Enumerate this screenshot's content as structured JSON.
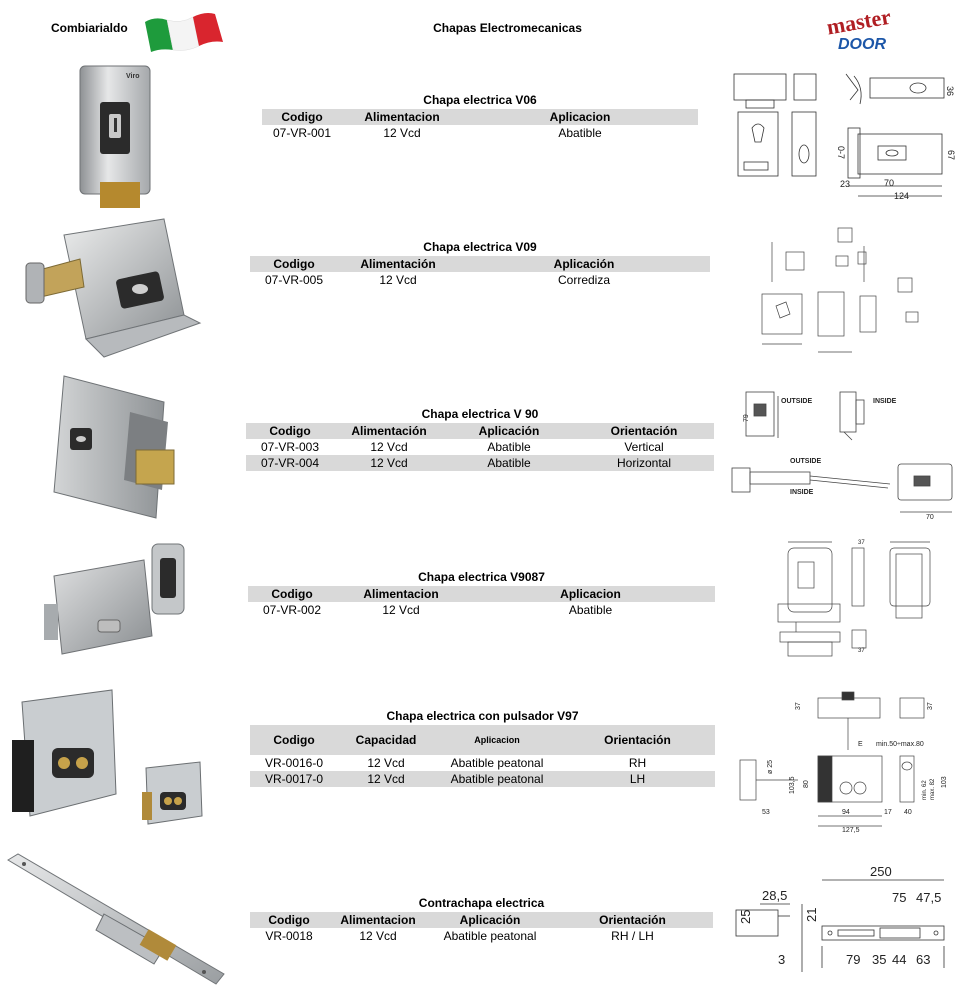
{
  "header": {
    "left_text": "Combiarialdo",
    "center_text": "Chapas Electromecanicas",
    "logo_top": "master",
    "logo_bottom": "DOOR",
    "flag_colors": [
      "#1e9b3c",
      "#ffffff",
      "#d9252e"
    ],
    "logo_colors": [
      "#b01e23",
      "#1c56a8"
    ]
  },
  "sections": [
    {
      "title": "Chapa electrica V06",
      "headers": [
        "Codigo",
        "Alimentacion",
        "Aplicacion"
      ],
      "rows": [
        [
          "07-VR-001",
          "12 Vcd",
          "Abatible"
        ]
      ],
      "drawing_labels": [
        "36",
        "67",
        "0-7",
        "23",
        "70",
        "124"
      ]
    },
    {
      "title": "Chapa electrica V09",
      "headers": [
        "Codigo",
        "Alimentación",
        "Aplicación"
      ],
      "rows": [
        [
          "07-VR-005",
          "12 Vcd",
          "Corrediza"
        ]
      ]
    },
    {
      "title": "Chapa electrica V 90",
      "headers": [
        "Codigo",
        "Alimentación",
        "Aplicación",
        "Orientación"
      ],
      "rows": [
        [
          "07-VR-003",
          "12 Vcd",
          "Abatible",
          "Vertical"
        ],
        [
          "07-VR-004",
          "12 Vcd",
          "Abatible",
          "Horizontal"
        ]
      ],
      "drawing_labels": [
        "OUTSIDE",
        "INSIDE",
        "79",
        "OUTSIDE",
        "INSIDE",
        "70"
      ]
    },
    {
      "title": "Chapa electrica V9087",
      "headers": [
        "Codigo",
        "Alimentacion",
        "Aplicacion"
      ],
      "rows": [
        [
          "07-VR-002",
          "12 Vcd",
          "Abatible"
        ]
      ],
      "drawing_labels": [
        "37",
        "37"
      ]
    },
    {
      "title": "Chapa electrica con pulsador V97",
      "headers": [
        "Codigo",
        "Capacidad",
        "Aplicacion",
        "Orientación"
      ],
      "rows": [
        [
          "VR-0016-0",
          "12 Vcd",
          "Abatible peatonal",
          "RH"
        ],
        [
          "VR-0017-0",
          "12 Vcd",
          "Abatible peatonal",
          "LH"
        ]
      ],
      "drawing_labels": [
        "37",
        "37",
        "E",
        "min.50÷max.80",
        "ø 25",
        "103,5",
        "80",
        "94",
        "127,5",
        "17",
        "53",
        "40",
        "min. 62",
        "max. 82",
        "103"
      ]
    },
    {
      "title": "Contrachapa electrica",
      "headers": [
        "Codigo",
        "Alimentacion",
        "Aplicación",
        "Orientación"
      ],
      "rows": [
        [
          "VR-0018",
          "12 Vcd",
          "Abatible peatonal",
          "RH / LH"
        ]
      ],
      "drawing_labels": [
        "250",
        "28,5",
        "75",
        "47,5",
        "25",
        "21",
        "3",
        "79",
        "35",
        "44",
        "63"
      ]
    }
  ]
}
